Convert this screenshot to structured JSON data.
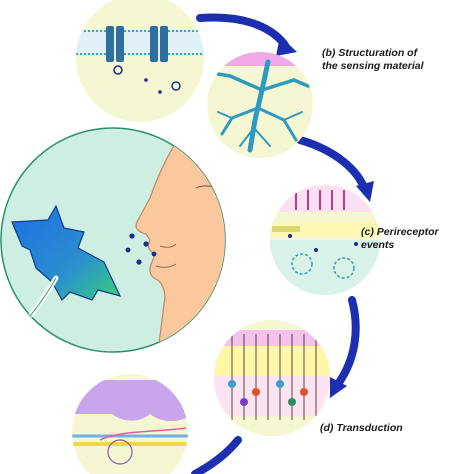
{
  "captions": {
    "b_label": "(b)",
    "b_line1": "Structuration of",
    "b_line2": "the sensing material",
    "c_label": "(c)",
    "c_line1": "Perireceptor",
    "c_line2": "events",
    "d_label": "(d)",
    "d_line1": "Transduction"
  },
  "colors": {
    "arrow": "#1b2fb0",
    "face_skin": "#fbc79d",
    "big_circle_bg": "#cdeee0",
    "circle_bg": "#f5f7d2",
    "flower": "#1f7bd6",
    "tree": "#2f9ac0",
    "membrane": "#2aa6c8",
    "dots": "#1d2b8f"
  }
}
